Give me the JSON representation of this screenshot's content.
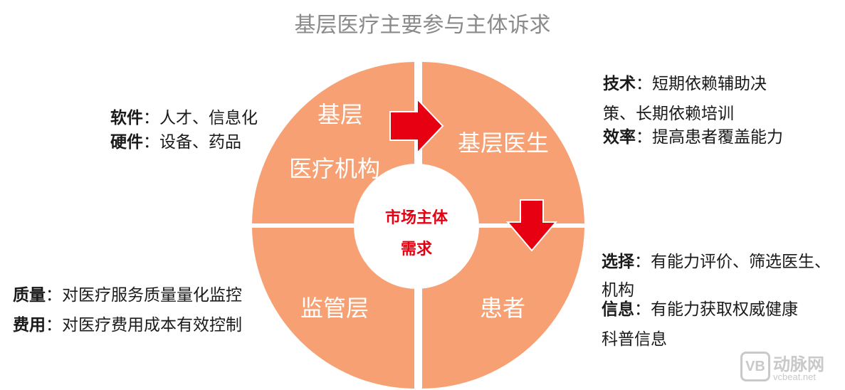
{
  "title": "基层医疗主要参与主体诉求",
  "center": {
    "line1": "市场主体",
    "line2": "需求"
  },
  "quadrants": {
    "top_left_line1": "基层",
    "top_left_line2": "医疗机构",
    "top_right": "基层医生",
    "bottom_left": "监管层",
    "bottom_right": "患者"
  },
  "left_top": {
    "software_key": "软件",
    "software_val": "：人才、信息化",
    "hardware_key": "硬件",
    "hardware_val": "：设备、药品"
  },
  "left_bottom": {
    "quality_key": "质量",
    "quality_val": "：对医疗服务质量量化监控",
    "cost_key": "费用",
    "cost_val": "：对医疗费用成本有效控制"
  },
  "right_top": {
    "tech_key": "技术",
    "tech_val": "：短期依赖辅助决",
    "tech_val2": "策、长期依赖培训",
    "eff_key": "效率",
    "eff_val": "：提高患者覆盖能力"
  },
  "right_bottom": {
    "choice_key": "选择",
    "choice_val": "：有能力评价、筛选医生、",
    "choice_val2": "机构",
    "info_key": "信息",
    "info_val": "：有能力获取权威健康",
    "info_val2": "科普信息"
  },
  "watermark": {
    "logo": "VB",
    "name": "动脉网",
    "url": "vcbeat.net"
  },
  "colors": {
    "quadrant": "#f7a073",
    "center": "#ffffff",
    "center_text": "#e60012",
    "arrow": "#e60012",
    "title": "#8a8a8a"
  }
}
